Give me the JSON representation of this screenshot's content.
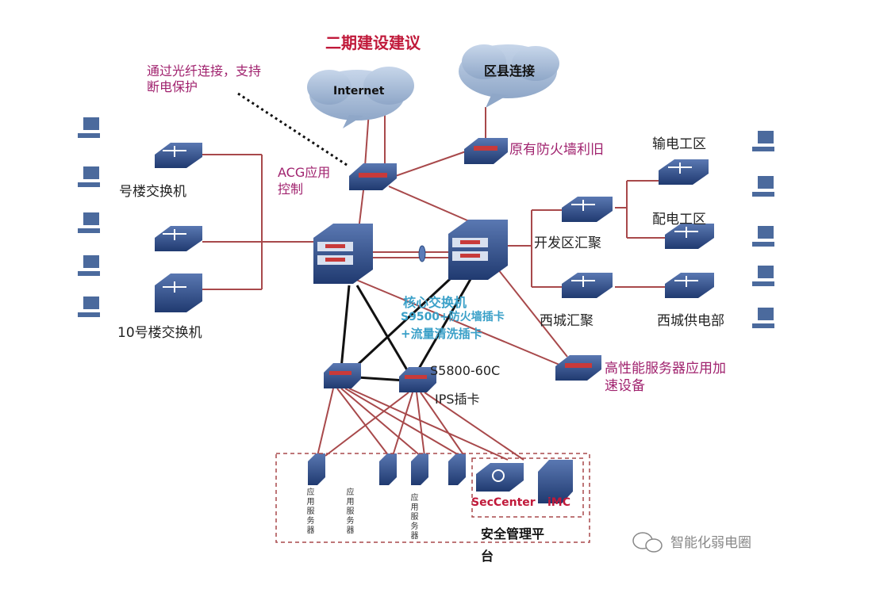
{
  "title": "二期建设建议",
  "fiber_note": [
    "通过光纤连接，支持",
    "断电保护"
  ],
  "clouds": {
    "internet": "Internet",
    "county": "区县连接"
  },
  "labels": {
    "firewall_reuse": "原有防火墙利旧",
    "acg": [
      "ACG应用",
      "控制"
    ],
    "building1": "号楼交换机",
    "building10": "10号楼交换机",
    "core": [
      "核心交换机",
      "S9500+防火墙插卡",
      "+流量清洗插卡"
    ],
    "s5800": "S5800-60C",
    "ips": "IPS插卡",
    "kaifaqu": "开发区汇聚",
    "xicheng": "西城汇聚",
    "shudian": "输电工区",
    "peidian": "配电工区",
    "xicheng_supply": "西城供电部",
    "accel": [
      "高性能服务器应用加",
      "速设备"
    ],
    "server": "应用服务器",
    "seccenter": "SecCenter",
    "imc": "iMC",
    "security_platform": [
      "安全管理平",
      "台"
    ],
    "watermark": "智能化弱电圈"
  },
  "colors": {
    "link": "#a8494b",
    "device": "#2f4d86",
    "title": "#d4252f"
  }
}
